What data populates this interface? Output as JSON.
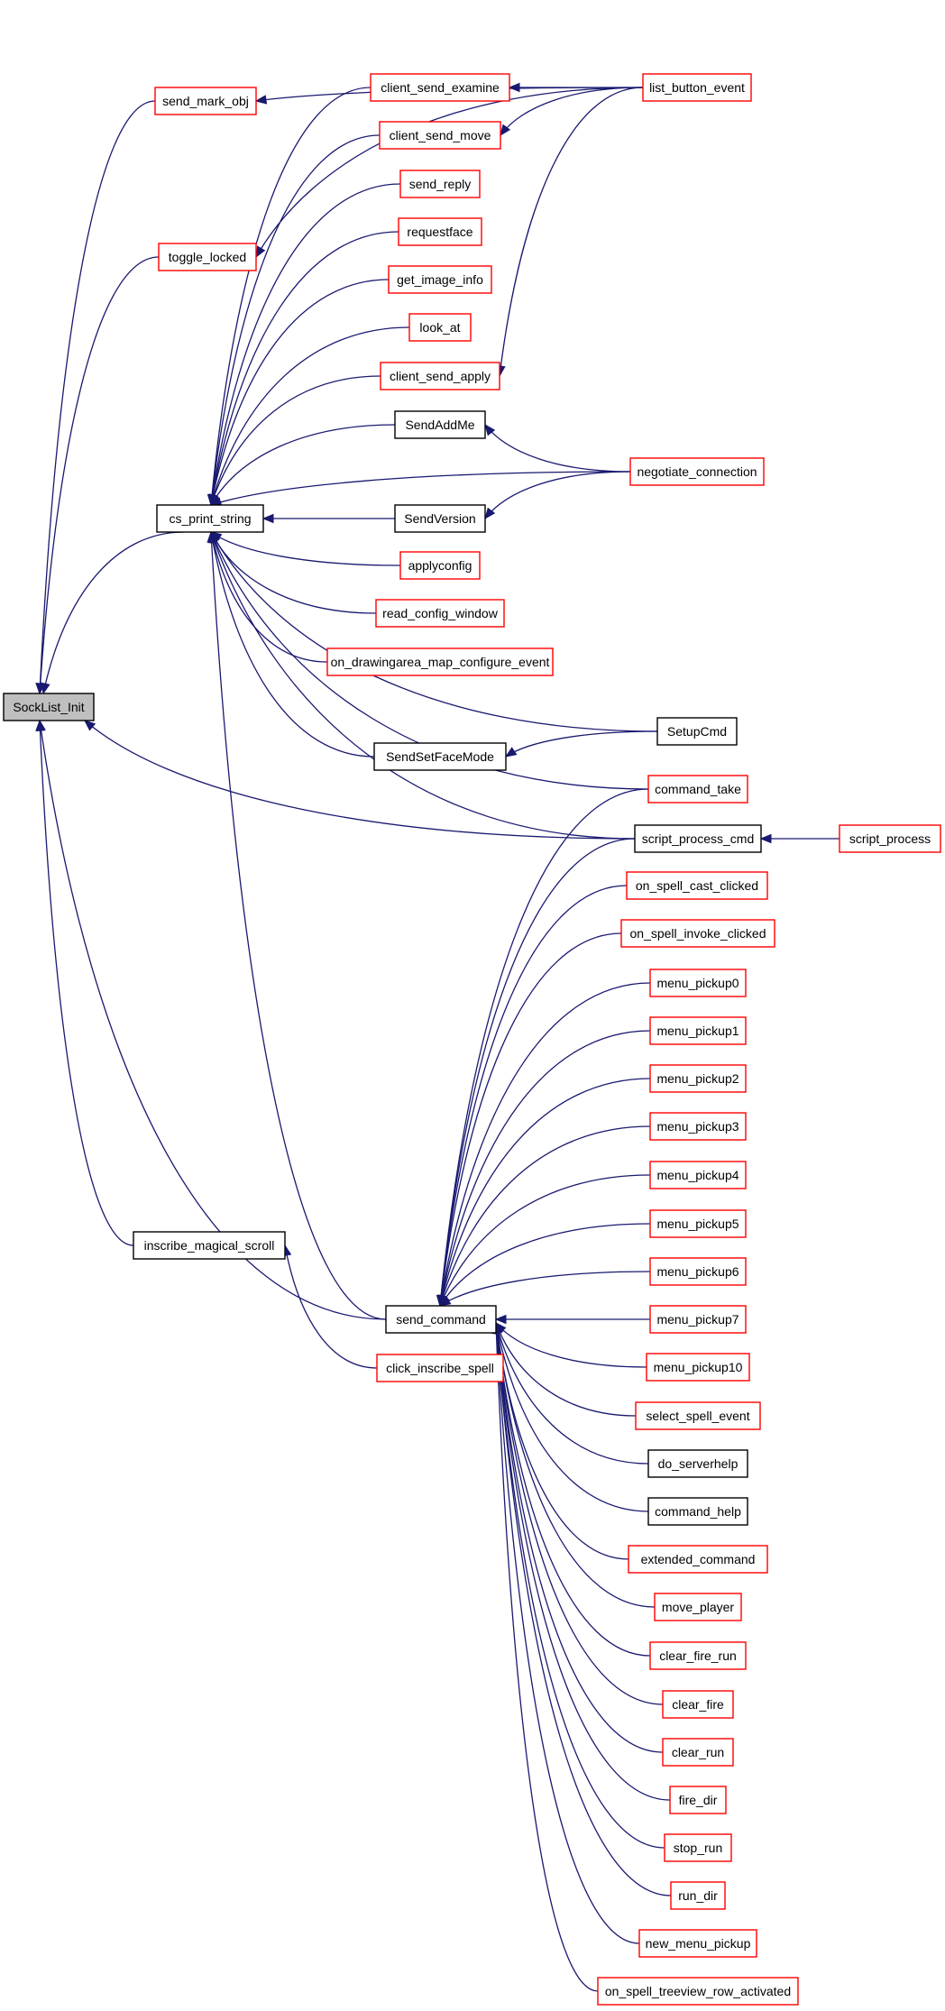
{
  "colors": {
    "edge": "#191970",
    "node_border_red": "#ff0000",
    "node_border_black": "#000000",
    "root_fill": "#bfbfbf",
    "node_fill": "#ffffff",
    "background": "#ffffff"
  },
  "root": {
    "id": "sock",
    "label": "SockList_Init"
  },
  "nodes": [
    {
      "id": "sock",
      "label": "SockList_Init",
      "border": "black",
      "root": true
    },
    {
      "id": "send_mark_obj",
      "label": "send_mark_obj",
      "border": "red"
    },
    {
      "id": "toggle_locked",
      "label": "toggle_locked",
      "border": "red"
    },
    {
      "id": "cs_print_string",
      "label": "cs_print_string",
      "border": "black"
    },
    {
      "id": "inscribe_magical_scroll",
      "label": "inscribe_magical_scroll",
      "border": "black"
    },
    {
      "id": "send_command",
      "label": "send_command",
      "border": "black"
    },
    {
      "id": "click_inscribe_spell",
      "label": "click_inscribe_spell",
      "border": "red"
    },
    {
      "id": "client_send_examine",
      "label": "client_send_examine",
      "border": "red"
    },
    {
      "id": "client_send_move",
      "label": "client_send_move",
      "border": "red"
    },
    {
      "id": "send_reply",
      "label": "send_reply",
      "border": "red"
    },
    {
      "id": "requestface",
      "label": "requestface",
      "border": "red"
    },
    {
      "id": "get_image_info",
      "label": "get_image_info",
      "border": "red"
    },
    {
      "id": "look_at",
      "label": "look_at",
      "border": "red"
    },
    {
      "id": "client_send_apply",
      "label": "client_send_apply",
      "border": "red"
    },
    {
      "id": "SendAddMe",
      "label": "SendAddMe",
      "border": "black"
    },
    {
      "id": "SendVersion",
      "label": "SendVersion",
      "border": "black"
    },
    {
      "id": "applyconfig",
      "label": "applyconfig",
      "border": "red"
    },
    {
      "id": "read_config_window",
      "label": "read_config_window",
      "border": "red"
    },
    {
      "id": "on_drawingarea_map_configure_event",
      "label": "on_drawingarea_map_configure_event",
      "border": "red"
    },
    {
      "id": "SendSetFaceMode",
      "label": "SendSetFaceMode",
      "border": "black"
    },
    {
      "id": "list_button_event",
      "label": "list_button_event",
      "border": "red"
    },
    {
      "id": "negotiate_connection",
      "label": "negotiate_connection",
      "border": "red"
    },
    {
      "id": "SetupCmd",
      "label": "SetupCmd",
      "border": "black"
    },
    {
      "id": "command_take",
      "label": "command_take",
      "border": "red"
    },
    {
      "id": "script_process_cmd",
      "label": "script_process_cmd",
      "border": "black"
    },
    {
      "id": "script_process",
      "label": "script_process",
      "border": "red"
    },
    {
      "id": "on_spell_cast_clicked",
      "label": "on_spell_cast_clicked",
      "border": "red"
    },
    {
      "id": "on_spell_invoke_clicked",
      "label": "on_spell_invoke_clicked",
      "border": "red"
    },
    {
      "id": "menu_pickup0",
      "label": "menu_pickup0",
      "border": "red"
    },
    {
      "id": "menu_pickup1",
      "label": "menu_pickup1",
      "border": "red"
    },
    {
      "id": "menu_pickup2",
      "label": "menu_pickup2",
      "border": "red"
    },
    {
      "id": "menu_pickup3",
      "label": "menu_pickup3",
      "border": "red"
    },
    {
      "id": "menu_pickup4",
      "label": "menu_pickup4",
      "border": "red"
    },
    {
      "id": "menu_pickup5",
      "label": "menu_pickup5",
      "border": "red"
    },
    {
      "id": "menu_pickup6",
      "label": "menu_pickup6",
      "border": "red"
    },
    {
      "id": "menu_pickup7",
      "label": "menu_pickup7",
      "border": "red"
    },
    {
      "id": "menu_pickup10",
      "label": "menu_pickup10",
      "border": "red"
    },
    {
      "id": "select_spell_event",
      "label": "select_spell_event",
      "border": "red"
    },
    {
      "id": "do_serverhelp",
      "label": "do_serverhelp",
      "border": "black"
    },
    {
      "id": "command_help",
      "label": "command_help",
      "border": "black"
    },
    {
      "id": "extended_command",
      "label": "extended_command",
      "border": "red"
    },
    {
      "id": "move_player",
      "label": "move_player",
      "border": "red"
    },
    {
      "id": "clear_fire_run",
      "label": "clear_fire_run",
      "border": "red"
    },
    {
      "id": "clear_fire",
      "label": "clear_fire",
      "border": "red"
    },
    {
      "id": "clear_run",
      "label": "clear_run",
      "border": "red"
    },
    {
      "id": "fire_dir",
      "label": "fire_dir",
      "border": "red"
    },
    {
      "id": "stop_run",
      "label": "stop_run",
      "border": "red"
    },
    {
      "id": "run_dir",
      "label": "run_dir",
      "border": "red"
    },
    {
      "id": "new_menu_pickup",
      "label": "new_menu_pickup",
      "border": "red"
    },
    {
      "id": "on_spell_treeview_row_activated",
      "label": "on_spell_treeview_row_activated",
      "border": "red"
    }
  ],
  "edges": [
    {
      "from": "send_mark_obj",
      "to": "sock"
    },
    {
      "from": "toggle_locked",
      "to": "sock"
    },
    {
      "from": "cs_print_string",
      "to": "sock"
    },
    {
      "from": "script_process_cmd",
      "to": "sock"
    },
    {
      "from": "inscribe_magical_scroll",
      "to": "sock"
    },
    {
      "from": "send_command",
      "to": "sock"
    },
    {
      "from": "list_button_event",
      "to": "send_mark_obj"
    },
    {
      "from": "list_button_event",
      "to": "toggle_locked"
    },
    {
      "from": "client_send_examine",
      "to": "cs_print_string"
    },
    {
      "from": "client_send_move",
      "to": "cs_print_string"
    },
    {
      "from": "send_reply",
      "to": "cs_print_string"
    },
    {
      "from": "requestface",
      "to": "cs_print_string"
    },
    {
      "from": "get_image_info",
      "to": "cs_print_string"
    },
    {
      "from": "look_at",
      "to": "cs_print_string"
    },
    {
      "from": "client_send_apply",
      "to": "cs_print_string"
    },
    {
      "from": "SendAddMe",
      "to": "cs_print_string"
    },
    {
      "from": "negotiate_connection",
      "to": "cs_print_string"
    },
    {
      "from": "SendVersion",
      "to": "cs_print_string"
    },
    {
      "from": "applyconfig",
      "to": "cs_print_string"
    },
    {
      "from": "read_config_window",
      "to": "cs_print_string"
    },
    {
      "from": "on_drawingarea_map_configure_event",
      "to": "cs_print_string"
    },
    {
      "from": "SetupCmd",
      "to": "cs_print_string"
    },
    {
      "from": "SendSetFaceMode",
      "to": "cs_print_string"
    },
    {
      "from": "command_take",
      "to": "cs_print_string"
    },
    {
      "from": "script_process_cmd",
      "to": "cs_print_string"
    },
    {
      "from": "send_command",
      "to": "cs_print_string"
    },
    {
      "from": "list_button_event",
      "to": "client_send_examine"
    },
    {
      "from": "list_button_event",
      "to": "client_send_move"
    },
    {
      "from": "list_button_event",
      "to": "client_send_apply"
    },
    {
      "from": "negotiate_connection",
      "to": "SendAddMe"
    },
    {
      "from": "negotiate_connection",
      "to": "SendVersion"
    },
    {
      "from": "SetupCmd",
      "to": "SendSetFaceMode"
    },
    {
      "from": "script_process",
      "to": "script_process_cmd"
    },
    {
      "from": "click_inscribe_spell",
      "to": "inscribe_magical_scroll"
    },
    {
      "from": "command_take",
      "to": "send_command"
    },
    {
      "from": "script_process_cmd",
      "to": "send_command"
    },
    {
      "from": "on_spell_cast_clicked",
      "to": "send_command"
    },
    {
      "from": "on_spell_invoke_clicked",
      "to": "send_command"
    },
    {
      "from": "menu_pickup0",
      "to": "send_command"
    },
    {
      "from": "menu_pickup1",
      "to": "send_command"
    },
    {
      "from": "menu_pickup2",
      "to": "send_command"
    },
    {
      "from": "menu_pickup3",
      "to": "send_command"
    },
    {
      "from": "menu_pickup4",
      "to": "send_command"
    },
    {
      "from": "menu_pickup5",
      "to": "send_command"
    },
    {
      "from": "menu_pickup6",
      "to": "send_command"
    },
    {
      "from": "menu_pickup7",
      "to": "send_command"
    },
    {
      "from": "menu_pickup10",
      "to": "send_command"
    },
    {
      "from": "select_spell_event",
      "to": "send_command"
    },
    {
      "from": "do_serverhelp",
      "to": "send_command"
    },
    {
      "from": "command_help",
      "to": "send_command"
    },
    {
      "from": "extended_command",
      "to": "send_command"
    },
    {
      "from": "move_player",
      "to": "send_command"
    },
    {
      "from": "clear_fire_run",
      "to": "send_command"
    },
    {
      "from": "clear_fire",
      "to": "send_command"
    },
    {
      "from": "clear_run",
      "to": "send_command"
    },
    {
      "from": "fire_dir",
      "to": "send_command"
    },
    {
      "from": "stop_run",
      "to": "send_command"
    },
    {
      "from": "run_dir",
      "to": "send_command"
    },
    {
      "from": "new_menu_pickup",
      "to": "send_command"
    },
    {
      "from": "on_spell_treeview_row_activated",
      "to": "send_command"
    }
  ]
}
